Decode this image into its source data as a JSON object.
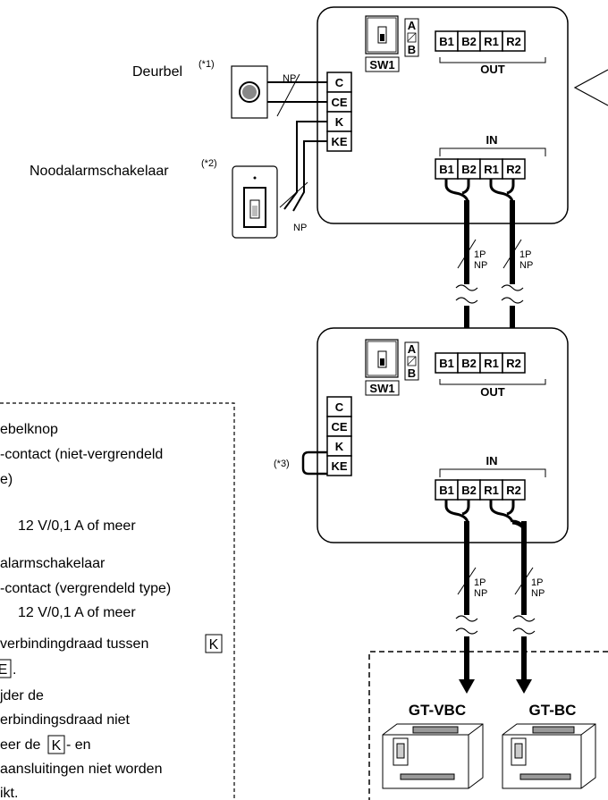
{
  "labels": {
    "doorbell": "Deurbel",
    "doorbell_ref": "(*1)",
    "emergency": "Noodalarmschakelaar",
    "emergency_ref": "(*2)",
    "jumper_ref": "(*3)",
    "np": "NP",
    "wire_1p": "1P",
    "wire_np": "NP"
  },
  "unit_top": {
    "switch_label": "SW1",
    "switch_a": "A",
    "switch_b": "B",
    "out_label": "OUT",
    "in_label": "IN",
    "out_terminals": [
      "B1",
      "B2",
      "R1",
      "R2"
    ],
    "in_terminals": [
      "B1",
      "B2",
      "R1",
      "R2"
    ],
    "side_terminals": [
      "C",
      "CE",
      "K",
      "KE"
    ]
  },
  "unit_bottom": {
    "switch_label": "SW1",
    "switch_a": "A",
    "switch_b": "B",
    "out_label": "OUT",
    "in_label": "IN",
    "out_terminals": [
      "B1",
      "B2",
      "R1",
      "R2"
    ],
    "in_terminals": [
      "B1",
      "B2",
      "R1",
      "R2"
    ],
    "side_terminals": [
      "C",
      "CE",
      "K",
      "KE"
    ]
  },
  "notes": [
    "ebelknop",
    "-contact (niet-vergrendeld",
    "e)",
    "12 V/0,1 A of meer",
    "alarmschakelaar",
    "-contact (vergrendeld type)",
    "12 V/0,1 A of meer",
    "verbindingdraad tussen",
    "E",
    "jder de",
    "erbindingsdraad niet",
    "eer de",
    "- en",
    "aansluitingen niet worden",
    "ikt."
  ],
  "boxed_terms": {
    "k": "K"
  },
  "devices": [
    {
      "model": "GT-VBC"
    },
    {
      "model": "GT-BC"
    }
  ]
}
